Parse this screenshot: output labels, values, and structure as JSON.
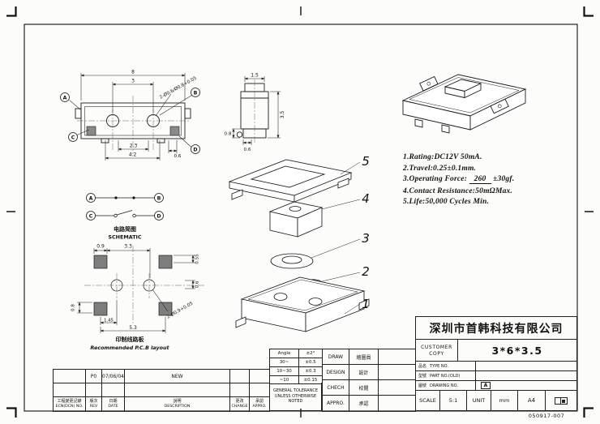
{
  "page": {
    "doc_number": "050917-007"
  },
  "specs": {
    "line1": "1.Rating:DC12V 50mA.",
    "line2": "2.Travel:0.25±0.1mm.",
    "line3a": "3.Operating Force:",
    "line3b": "260",
    "line3c": "±30gf.",
    "line4": "4.Contact Resistance:50mΩMax.",
    "line5": "5.Life:50,000 Cycles Min."
  },
  "front_view": {
    "label_a": "A",
    "label_b": "B",
    "label_c": "C",
    "label_d": "D",
    "dim_width": "8",
    "dim_pitch": "3",
    "dim_23": "2.3",
    "dim_42": "4.2",
    "dim_06": "0.6",
    "hole_note": "2-Ø0.6/Ø0.8+0.05"
  },
  "side_view": {
    "dim_top": "1.5",
    "dim_height": "3.5",
    "dim_08": "0.8",
    "dim_06": "0.6"
  },
  "schematic": {
    "label_a": "A",
    "label_b": "B",
    "label_c": "C",
    "label_d": "D",
    "title_cn": "电路简图",
    "title_en": "SCHEMATIC"
  },
  "pcb_view": {
    "dim_09": "0.9",
    "dim_33": "3.3",
    "dim_055": "0.55",
    "dim_06": "0.6",
    "dim_08": "0.8",
    "dim_145": "1.45",
    "dim_53": "5.3",
    "hole_note": "2-Ø0.9+0.05",
    "title_cn": "印制线路板",
    "title_en": "Recommended P.C.B layout"
  },
  "exploded": {
    "part5": "5",
    "part4": "4",
    "part3": "3",
    "part2": "2",
    "part1": "1"
  },
  "tolerance": {
    "rows": [
      {
        "range": "Angle",
        "tol": "±2°"
      },
      {
        "range": "30~",
        "tol": "±0.5"
      },
      {
        "range": "10~30",
        "tol": "±0.3"
      },
      {
        "range": "~10",
        "tol": "±0.15"
      }
    ],
    "note": "GENERAL TOLERANCE UNLESS OTHERWISE NOTED"
  },
  "signoff": {
    "rows": [
      {
        "en": "DRAW",
        "cn": "繪圖員"
      },
      {
        "en": "DESIGN",
        "cn": "設計"
      },
      {
        "en": "CHECH",
        "cn": "校閲"
      },
      {
        "en": "APPRO.",
        "cn": "承認"
      }
    ]
  },
  "revision": {
    "entry": {
      "rev": "P0",
      "date": "07/06/04",
      "desc": "NEW"
    },
    "ecn_cn": "工程變更記錄",
    "ecn_en": "ECN(DCN) NO.",
    "rev_cn": "版次",
    "rev_en": "REV",
    "date_cn": "日期",
    "date_en": "DATE",
    "desc_cn": "說明",
    "desc_en": "DESCRIPTION",
    "change_cn": "更改",
    "change_en": "CHANGE",
    "appro_cn": "承認",
    "appro_en": "APPRO."
  },
  "title_block": {
    "company": "深圳市首韩科技有限公司",
    "customer": "CUSTOMER",
    "copy": "COPY",
    "type_cn": "品名",
    "type_en": "TYPE NO.",
    "type_value": "3*6*3.5",
    "part_cn": "型號",
    "part_en": "PART NO.(OLD)",
    "drawing_cn": "圖號",
    "drawing_en": "DRAWING NO.",
    "rev_letter": "A",
    "scale_label": "SCALE",
    "scale_value": "5:1",
    "unit_label": "UNIT",
    "unit_value": "mm",
    "sheet_size": "A4"
  }
}
